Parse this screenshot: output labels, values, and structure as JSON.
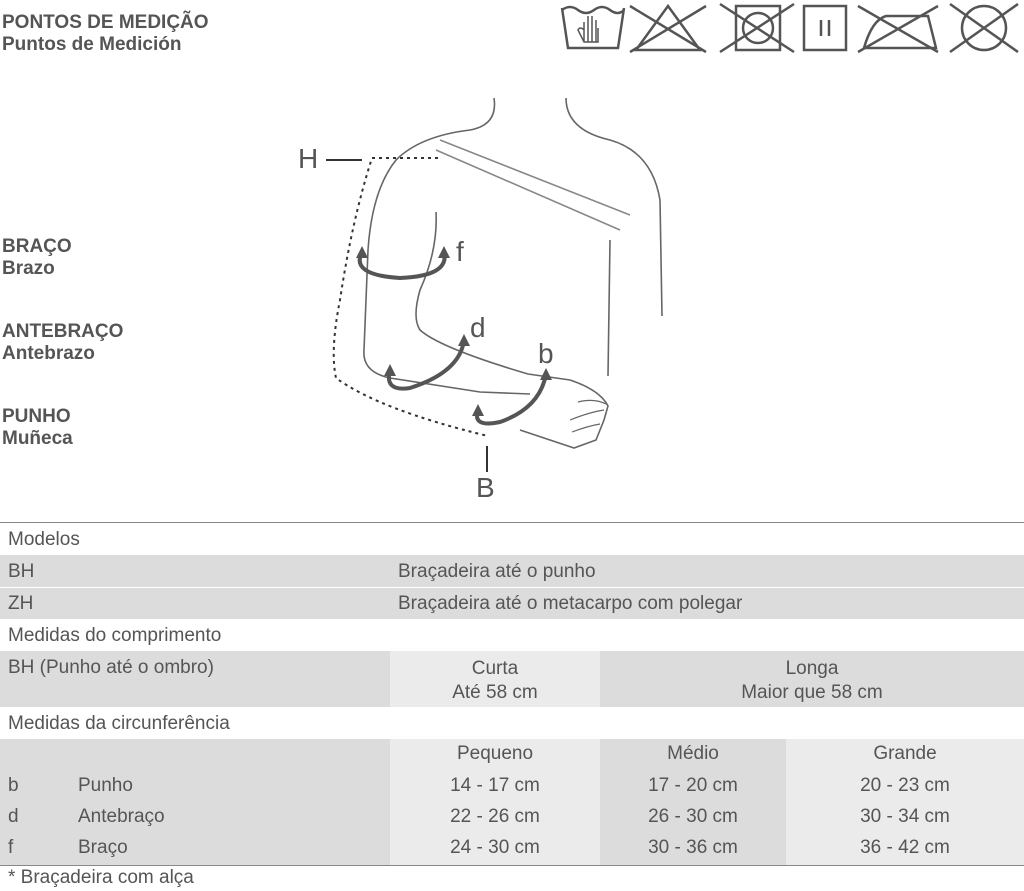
{
  "header": {
    "title_pt": "PONTOS DE MEDIÇÃO",
    "title_es": "Puntos de Medición"
  },
  "care_icons": [
    "hand-wash-icon",
    "no-bleach-icon",
    "no-tumble-dry-icon",
    "line-dry-icon",
    "no-iron-icon",
    "no-dry-clean-icon"
  ],
  "regions": [
    {
      "pt": "BRAÇO",
      "es": "Brazo"
    },
    {
      "pt": "ANTEBRAÇO",
      "es": "Antebrazo"
    },
    {
      "pt": "PUNHO",
      "es": "Muñeca"
    }
  ],
  "figure_labels": {
    "H": "H",
    "f": "f",
    "d": "d",
    "b": "b",
    "B": "B"
  },
  "table": {
    "models_label": "Modelos",
    "models": [
      {
        "code": "BH",
        "desc": "Braçadeira até o punho"
      },
      {
        "code": "ZH",
        "desc": "Braçadeira até o metacarpo com polegar"
      }
    ],
    "length_label": "Medidas do comprimento",
    "length_row": {
      "label": "BH (Punho até o ombro)",
      "short_name": "Curta",
      "short_value": "Até 58 cm",
      "long_name": "Longa",
      "long_value": "Maior que 58 cm"
    },
    "circ_label": "Medidas da circunferência",
    "sizes": [
      "Pequeno",
      "Médio",
      "Grande"
    ],
    "circ_rows": [
      {
        "code": "b",
        "name": "Punho",
        "values": [
          "14 - 17 cm",
          "17 - 20 cm",
          "20 - 23 cm"
        ]
      },
      {
        "code": "d",
        "name": "Antebraço",
        "values": [
          "22 - 26 cm",
          "26 - 30 cm",
          "30 - 34 cm"
        ]
      },
      {
        "code": "f",
        "name": "Braço",
        "values": [
          "24 - 30 cm",
          "30 - 36 cm",
          "36 - 42 cm"
        ]
      }
    ]
  },
  "footnote": "* Braçadeira com alça"
}
